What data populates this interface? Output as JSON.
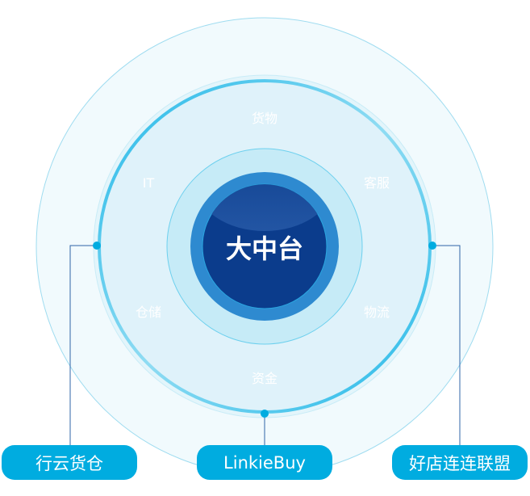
{
  "center": {
    "label": "大中台"
  },
  "ring_labels": [
    "货物",
    "客服",
    "物流",
    "资金",
    "仓储",
    "IT"
  ],
  "buttons": {
    "left": "行云货仓",
    "middle": "LinkieBuy",
    "right": "好店连连联盟"
  },
  "colors": {
    "accent": "#00ace0",
    "core": "#0b3c8c",
    "core_ring": "#2e8ad0",
    "ring": "#3cc3ea",
    "connector": "#2f64a8"
  }
}
